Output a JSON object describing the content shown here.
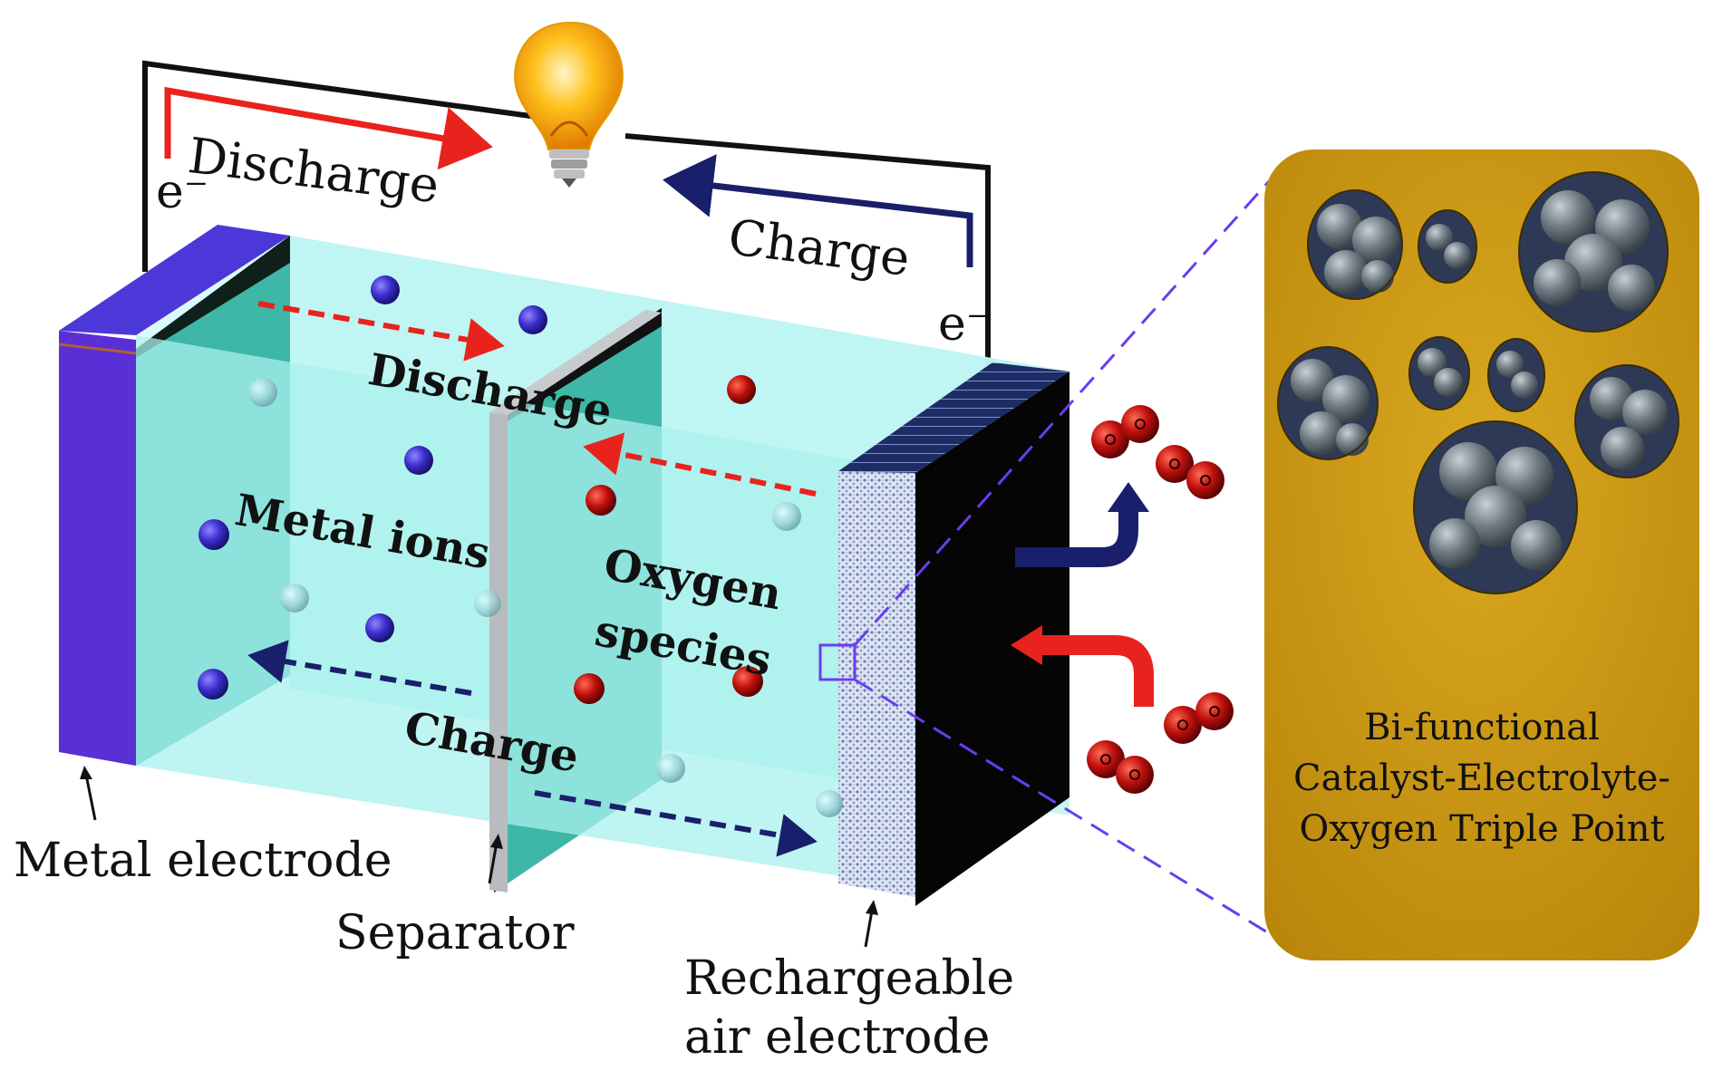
{
  "labels": {
    "discharge_top": "Discharge",
    "charge_top": "Charge",
    "electron_left": "e⁻",
    "electron_right": "e⁻",
    "discharge_mid": "Discharge",
    "metal_ions": "Metal ions",
    "oxygen_species_line1": "Oxygen",
    "oxygen_species_line2": "species",
    "charge_mid": "Charge",
    "metal_electrode": "Metal electrode",
    "separator": "Separator",
    "air_electrode_line1": "Rechargeable",
    "air_electrode_line2": "air electrode"
  },
  "panel": {
    "caption_line1": "Bi-functional",
    "caption_line2": "Catalyst-Electrolyte-",
    "caption_line3": "Oxygen Triple Point"
  },
  "colors": {
    "discharge": "#e8231d",
    "charge": "#1a1f6b",
    "metal_electrode": "#5a2fd6",
    "electrolyte": "#a8f0ec",
    "panel": "#c9960e",
    "oxygen_ion": "#c0100d",
    "metal_ion": "#3d2fcf"
  },
  "icons": {
    "bulb": "light-bulb-icon",
    "o2": "oxygen-molecule-icon"
  }
}
